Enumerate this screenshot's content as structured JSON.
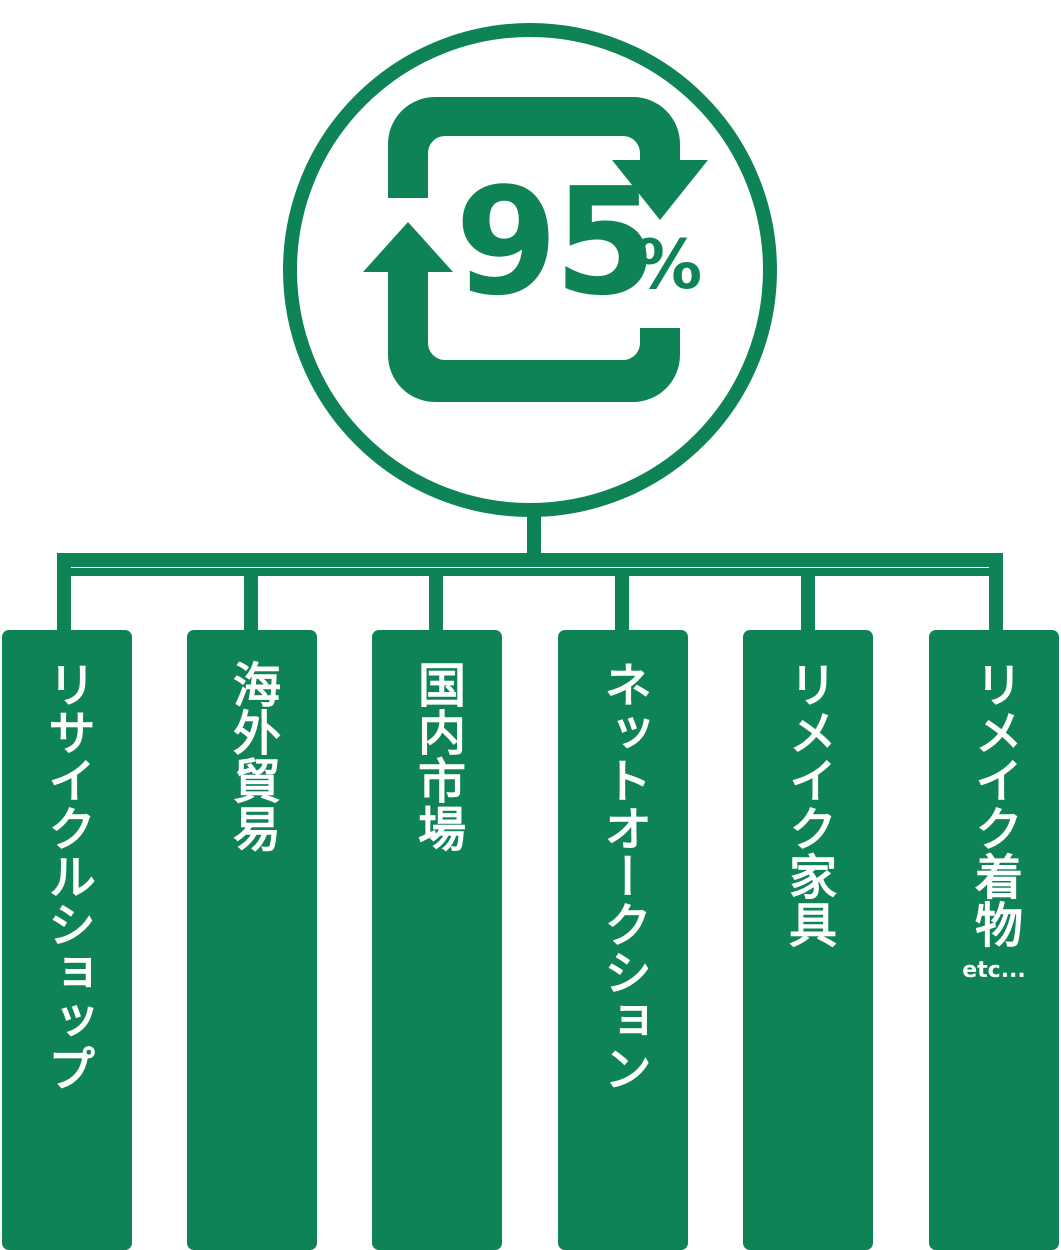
{
  "colors": {
    "accent": "#0e8456",
    "text_on_accent": "#ffffff",
    "background": "#ffffff"
  },
  "hub": {
    "icon": "recycle-arrows-icon",
    "value": "95",
    "unit": "%"
  },
  "channels": [
    {
      "label": "リサイクルショップ",
      "suffix": ""
    },
    {
      "label": "海外貿易",
      "suffix": ""
    },
    {
      "label": "国内市場",
      "suffix": ""
    },
    {
      "label": "ネットオークション",
      "suffix": ""
    },
    {
      "label": "リメイク家具",
      "suffix": ""
    },
    {
      "label": "リメイク着物",
      "suffix": "etc..."
    }
  ]
}
